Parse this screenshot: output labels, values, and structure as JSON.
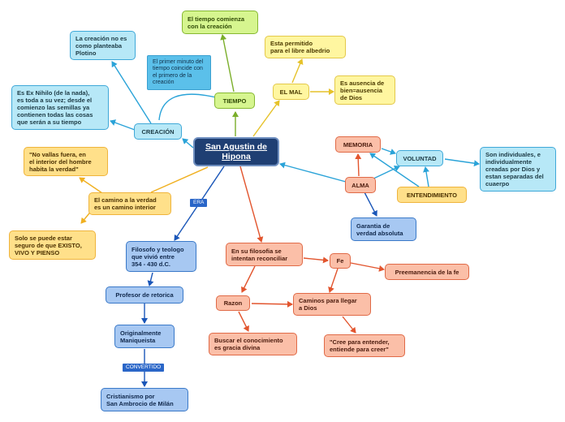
{
  "center": "San Agustin de Hipona",
  "nodes": {
    "tiempo": "TIEMPO",
    "tiempo_comienza": "El tiempo comienza\ncon la creación",
    "primer_minuto": "El primer minuto del\ntiempo coincide con\nel primero de la\ncreación",
    "creacion": "CREACIÓN",
    "creacion_no_es": "La creación no es\ncomo planteaba\nPlotino",
    "ex_nihilo": "Es Ex Nihilo (de la nada),\nes toda a su vez; desde el\ncomienzo las semillas ya\ncontienen todas las cosas\nque serán a su tiempo",
    "el_mal": "EL MAL",
    "libre_albedrio": "Esta permitido\npara el libre albedrio",
    "ausencia_bien": "Es ausencia de\nbien=ausencia\nde Dios",
    "no_vallas": "\"No vallas fuera, en\nel interior del hombre\nhabita la verdad\"",
    "camino_verdad": "El camino a la verdad\nes un camino interior",
    "solo_se_puede": "Solo se puede estar\nseguro de que EXISTO,\nVIVO Y PIENSO",
    "memoria": "MEMORIA",
    "voluntad": "VOLUNTAD",
    "individuales": "Son individuales, e\nindividualmente\ncreadas por Dios y\nestan separadas del\ncuaerpo",
    "alma": "ALMA",
    "entendimiento": "ENTENDIMIENTO",
    "garantia": "Garantia de\nverdad absoluta",
    "filosofo": "Filosofo y teologo\nque vivió entre\n354 - 430 d.C.",
    "profesor": "Profesor de retorica",
    "maniqueista": "Originalmente\nManiqueista",
    "cristianismo": "Cristianismo por\nSan Ambrocio de Milán",
    "su_filosofia": "En su filosofia se\nintentan reconciliar",
    "fe": "Fe",
    "preemanencia": "Preemanencia de la fe",
    "razon": "Razon",
    "caminos": "Caminos para llegar\na Dios",
    "buscar": "Buscar el conocimiento\nes gracia divina",
    "cree_para": "\"Cree para entender,\nentiende para creer\""
  },
  "labels": {
    "era": "ERA",
    "convertido": "CONVERTIDO"
  },
  "colors": {
    "center": "#1f3f73",
    "cyan": "#3fa8d8",
    "green": "#86b832",
    "yellow": "#e3c84a",
    "orange": "#efb43c",
    "red": "#e06a47",
    "blue": "#3a79c8"
  }
}
